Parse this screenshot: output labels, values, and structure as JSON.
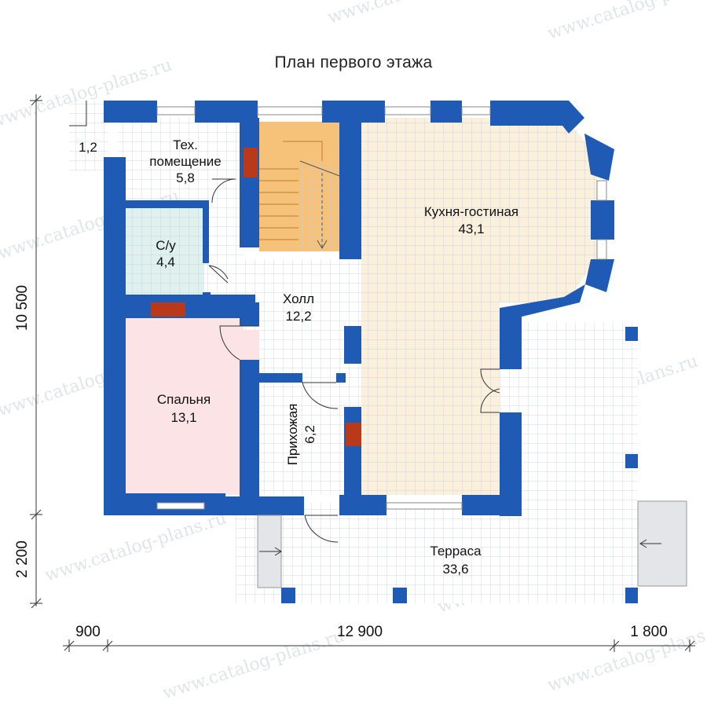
{
  "plan": {
    "title": "План первого этажа",
    "watermark": "www.catalog-plans.ru",
    "colors": {
      "wall": "#1f5bb5",
      "chimney": "#b83a1a",
      "stair": "#f6c27a",
      "bedroom": "#fbe3e6",
      "bath": "#dff1ef",
      "kitchen": "#fbf0dc",
      "grid": "#c9ced6"
    },
    "rooms": [
      {
        "id": "porch",
        "name": "",
        "area": "1,2"
      },
      {
        "id": "tech",
        "name": "Тех.\nпомещение",
        "area": "5,8"
      },
      {
        "id": "bath",
        "name": "С/у",
        "area": "4,4"
      },
      {
        "id": "kitchen",
        "name": "Кухня-гостиная",
        "area": "43,1"
      },
      {
        "id": "hall",
        "name": "Холл",
        "area": "12,2"
      },
      {
        "id": "bedroom",
        "name": "Спальня",
        "area": "13,1"
      },
      {
        "id": "entry",
        "name": "Прихожая",
        "area": "6,2"
      },
      {
        "id": "terrace",
        "name": "Терраса",
        "area": "33,6"
      }
    ],
    "dimensions": {
      "left": [
        "10 500",
        "2 200"
      ],
      "bottom": [
        "900",
        "12 900",
        "1 800"
      ]
    }
  }
}
